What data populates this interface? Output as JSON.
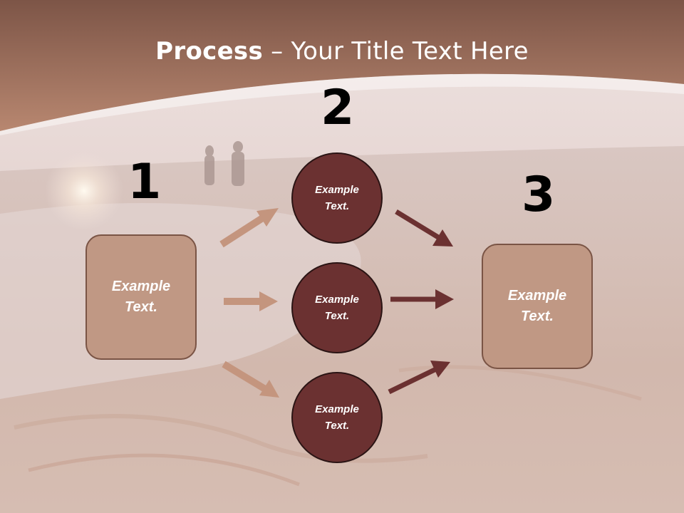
{
  "title": {
    "bold": "Process",
    "rest": " – Your Title Text Here"
  },
  "steps": {
    "s1": {
      "number": "1",
      "text": "Example Text."
    },
    "s2": {
      "number": "2"
    },
    "s3": {
      "number": "3",
      "text": "Example Text."
    }
  },
  "circles": [
    {
      "text": "Example Text."
    },
    {
      "text": "Example Text."
    },
    {
      "text": "Example Text."
    }
  ],
  "colors": {
    "header": "#8b5f4c",
    "box_fill": "#c09884",
    "circle_fill": "#6b3131",
    "arrow_light": "#c4957e",
    "arrow_dark": "#6b3131"
  }
}
